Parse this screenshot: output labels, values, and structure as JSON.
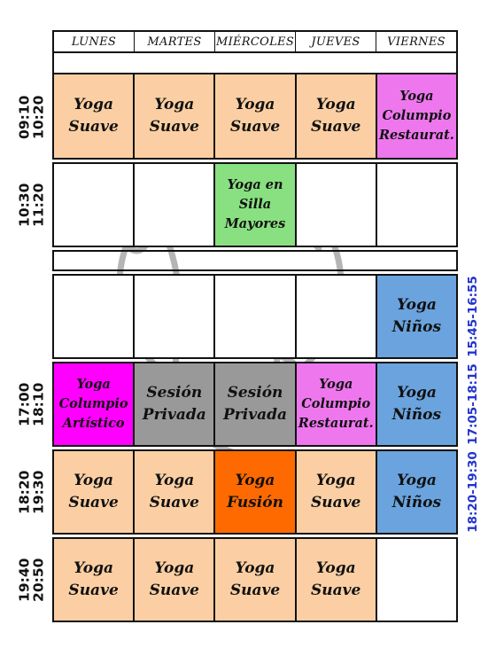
{
  "days": [
    "LUNES",
    "MARTES",
    "MIÉRCOLES",
    "JUEVES",
    "VIERNES"
  ],
  "colors": {
    "peach": "#fbcfa3",
    "magenta": "#ff00ff",
    "pink": "#ee77ee",
    "green": "#88e080",
    "gray": "#999999",
    "orange": "#ff6a00",
    "blue": "#6aa3dd",
    "white": "#ffffff",
    "right_time_text": "#2233cc"
  },
  "rows": [
    {
      "left_time": [
        "09:10",
        "10:20"
      ],
      "cells": [
        {
          "text": "Yoga\nSuave",
          "color": "peach"
        },
        {
          "text": "Yoga\nSuave",
          "color": "peach"
        },
        {
          "text": "Yoga\nSuave",
          "color": "peach"
        },
        {
          "text": "Yoga\nSuave",
          "color": "peach"
        },
        {
          "text": "Yoga\nColumpio\nRestaurat.",
          "color": "pink",
          "small": true
        }
      ]
    },
    {
      "left_time": [
        "10:30",
        "11:20"
      ],
      "cells": [
        {
          "text": "",
          "color": "white"
        },
        {
          "text": "",
          "color": "white"
        },
        {
          "text": "Yoga en\nSilla\nMayores",
          "color": "green",
          "small": true
        },
        {
          "text": "",
          "color": "white"
        },
        {
          "text": "",
          "color": "white"
        }
      ]
    },
    {
      "right_time": "15:45-16:55",
      "cells": [
        {
          "text": "",
          "color": "white"
        },
        {
          "text": "",
          "color": "white"
        },
        {
          "text": "",
          "color": "white"
        },
        {
          "text": "",
          "color": "white"
        },
        {
          "text": "Yoga\nNiños",
          "color": "blue"
        }
      ]
    },
    {
      "left_time": [
        "17:00",
        "18:10"
      ],
      "right_time": "17:05-18:15",
      "cells": [
        {
          "text": "Yoga\nColumpio\nArtístico",
          "color": "magenta",
          "small": true
        },
        {
          "text": "Sesión\nPrivada",
          "color": "gray"
        },
        {
          "text": "Sesión\nPrivada",
          "color": "gray"
        },
        {
          "text": "Yoga\nColumpio\nRestaurat.",
          "color": "pink",
          "small": true
        },
        {
          "text": "Yoga\nNiños",
          "color": "blue"
        }
      ]
    },
    {
      "left_time": [
        "18:20",
        "19:30"
      ],
      "right_time": "18:20-19:30",
      "cells": [
        {
          "text": "Yoga\nSuave",
          "color": "peach"
        },
        {
          "text": "Yoga\nSuave",
          "color": "peach"
        },
        {
          "text": "Yoga\nFusión",
          "color": "orange"
        },
        {
          "text": "Yoga\nSuave",
          "color": "peach"
        },
        {
          "text": "Yoga\nNiños",
          "color": "blue"
        }
      ]
    },
    {
      "left_time": [
        "19:40",
        "20:50"
      ],
      "cells": [
        {
          "text": "Yoga\nSuave",
          "color": "peach"
        },
        {
          "text": "Yoga\nSuave",
          "color": "peach"
        },
        {
          "text": "Yoga\nSuave",
          "color": "peach"
        },
        {
          "text": "Yoga\nSuave",
          "color": "peach"
        },
        {
          "text": "",
          "color": "white"
        }
      ]
    }
  ]
}
